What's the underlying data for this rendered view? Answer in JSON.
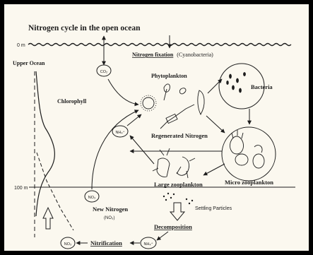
{
  "title": "Nitrogen cycle in the open ocean",
  "depth_labels": {
    "surface": "0 m",
    "deep": "100 m"
  },
  "zone_label": "Upper Ocean",
  "chlorophyll_label": "Chlorophyll",
  "fixation_label": "Nitrogen fixation",
  "fixation_sub": "(Cyanobacteria)",
  "phytoplankton_label": "Phytoplankton",
  "bacteria_label": "Bacteria",
  "regenerated_label": "Regenerated Nitrogen",
  "micro_label": "Micro zooplankton",
  "large_label": "Large zooplankton",
  "new_nitrogen_label": "New Nitrogen",
  "settling_label": "Settling Particles",
  "decomposition_label": "Decomposition",
  "nitrification_label": "Nitrification",
  "chemicals": {
    "co2": "CO₂",
    "nh4": "NH₄⁺",
    "no3": "NO₃",
    "no3_paren": "(NO₃)"
  },
  "colors": {
    "green": "#2d7f1e",
    "red": "#d4231c",
    "ink": "#1d1d1d",
    "paper": "#fbf8ef"
  }
}
